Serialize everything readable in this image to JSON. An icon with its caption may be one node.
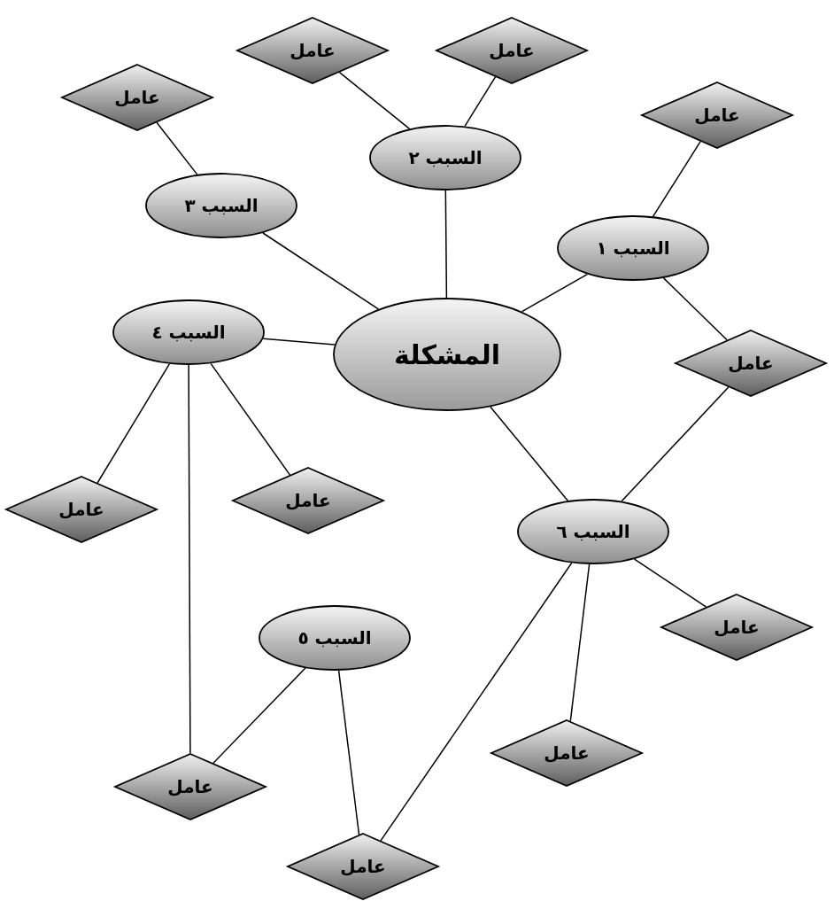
{
  "diagram": {
    "nodes": [
      {
        "text": [
          "المشكلة"
        ]
      },
      {
        "text": [
          "السبب ١"
        ]
      },
      {
        "text": [
          "السبب ٢"
        ]
      },
      {
        "text": [
          "السبب ٣"
        ]
      },
      {
        "text": [
          "السبب ٤"
        ]
      },
      {
        "text": [
          "السبب ٥"
        ]
      },
      {
        "text": [
          "السبب ٦"
        ]
      },
      {
        "text": [
          "عامل"
        ]
      },
      {
        "text": [
          "عامل"
        ]
      },
      {
        "text": [
          "عامل"
        ]
      },
      {
        "text": [
          "عامل"
        ]
      },
      {
        "text": [
          "عامل"
        ]
      },
      {
        "text": [
          "عامل"
        ]
      },
      {
        "text": [
          "عامل"
        ]
      },
      {
        "text": [
          "عامل"
        ]
      },
      {
        "text": [
          "عامل"
        ]
      },
      {
        "text": [
          "عامل"
        ]
      },
      {
        "text": [
          "عامل"
        ]
      }
    ],
    "edges": [
      {
        "from": 0,
        "to": 1,
        "arrow": "none"
      },
      {
        "from": 0,
        "to": 2,
        "arrow": "none"
      },
      {
        "from": 0,
        "to": 3,
        "arrow": "none"
      },
      {
        "from": 0,
        "to": 4,
        "arrow": "none"
      },
      {
        "from": 0,
        "to": 6,
        "arrow": "none"
      },
      {
        "from": 2,
        "to": 7,
        "arrow": "none"
      },
      {
        "from": 2,
        "to": 8,
        "arrow": "none"
      },
      {
        "from": 3,
        "to": 9,
        "arrow": "none"
      },
      {
        "from": 1,
        "to": 10,
        "arrow": "none"
      },
      {
        "from": 1,
        "to": 11,
        "arrow": "none"
      },
      {
        "from": 6,
        "to": 11,
        "arrow": "none"
      },
      {
        "from": 4,
        "to": 12,
        "arrow": "none"
      },
      {
        "from": 4,
        "to": 13,
        "arrow": "none"
      },
      {
        "from": 4,
        "to": 16,
        "arrow": "none"
      },
      {
        "from": 5,
        "to": 16,
        "arrow": "none"
      },
      {
        "from": 5,
        "to": 17,
        "arrow": "none"
      },
      {
        "from": 6,
        "to": 17,
        "arrow": "none"
      },
      {
        "from": 6,
        "to": 14,
        "arrow": "none"
      },
      {
        "from": 6,
        "to": 15,
        "arrow": "none"
      }
    ]
  }
}
